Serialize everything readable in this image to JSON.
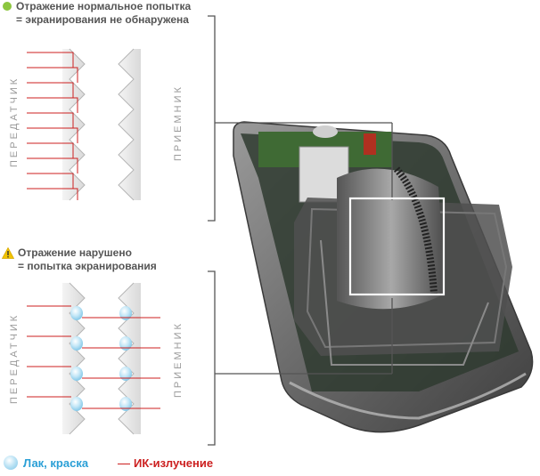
{
  "top_panel": {
    "title_line1": "Отражение нормальное попытка",
    "title_line2": "= экранирования не обнаружена",
    "transmitter_label": "ПЕРЕДАТЧИК",
    "receiver_label": "ПРИЕМНИК"
  },
  "bottom_panel": {
    "title_line1": "Отражение нарушено",
    "title_line2": "= попытка экранирования",
    "transmitter_label": "ПЕРЕДАТЧИК",
    "receiver_label": "ПРИЕМНИК"
  },
  "legend": {
    "varnish_label": "Лак, краска",
    "ir_label": "ИК-излучение"
  },
  "colors": {
    "ir_beam": "#cc1f1f",
    "varnish": "#7cc4e6",
    "ok_indicator": "#8cc63f",
    "warning_indicator": "#f2c500",
    "callout_lines": "#555555"
  }
}
